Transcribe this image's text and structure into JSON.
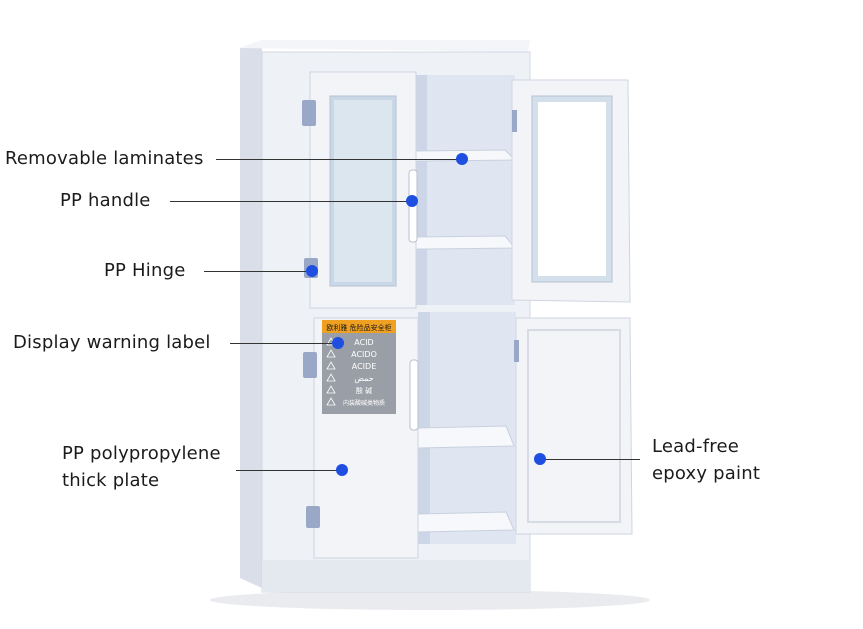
{
  "callouts": [
    {
      "id": "removable-laminates",
      "label": "Removable laminates"
    },
    {
      "id": "pp-handle",
      "label": "PP handle"
    },
    {
      "id": "pp-hinge",
      "label": "PP Hinge"
    },
    {
      "id": "warning-label",
      "label": "Display warning label"
    },
    {
      "id": "pp-plate",
      "label_line1": "PP polypropylene",
      "label_line2": "thick plate"
    },
    {
      "id": "epoxy-paint",
      "label_line1": "Lead-free",
      "label_line2": "epoxy paint"
    }
  ],
  "warning_label": {
    "header": "欧利雅 危险品安全柜",
    "lines": [
      "ACID",
      "ACIDO",
      "ACIDE",
      "حمض",
      "酸 碱",
      "内装酸碱类物质"
    ]
  },
  "colors": {
    "dot": "#1f4fe0",
    "cabinet_body": "#eef1f6",
    "hinge": "#9aa8c8",
    "label_header": "#f0a020"
  }
}
